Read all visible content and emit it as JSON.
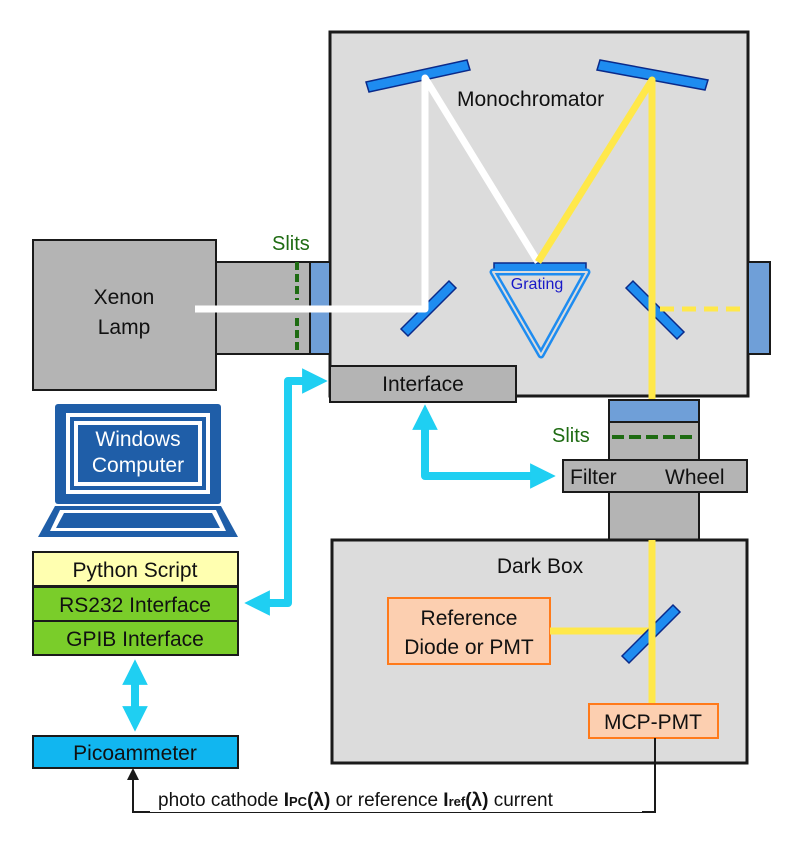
{
  "blocks": {
    "xenon_lamp": [
      "Xenon",
      "Lamp"
    ],
    "monochromator": "Monochromator",
    "grating": "Grating",
    "interface": "Interface",
    "slits_lamp": "Slits",
    "slits_filter": "Slits",
    "filter_wheel": [
      "Filter",
      "Wheel"
    ],
    "dark_box": "Dark Box",
    "reference_diode": [
      "Reference",
      "Diode or PMT"
    ],
    "mcp_pmt": "MCP-PMT",
    "computer": [
      "Windows",
      "Computer"
    ],
    "python_script": "Python Script",
    "rs232": "RS232 Interface",
    "gpib": "GPIB Interface",
    "picoammeter": "Picoammeter"
  },
  "caption": {
    "prefix": "photo cathode ",
    "ipc_main": "I",
    "ipc_sub": "PC",
    "ipc_arg": "(λ)",
    "middle": " or reference ",
    "iref_main": "I",
    "iref_sub": "ref",
    "iref_arg": "(λ)",
    "suffix": " current"
  },
  "colors": {
    "white_beam": "#ffffff",
    "yellow_beam": "#ffe84a",
    "cyan_arrow": "#1fcff2",
    "box_gray": "#dcdcdc",
    "lamp_gray": "#b4b4b4",
    "slit_green": "#1e6b12",
    "mirror_blue": "#1e8cf0",
    "port_blue": "#6f9fd8",
    "python_yellow": "#ffffb0",
    "gpib_green": "#7acd2a",
    "reference_orange": "#fccfb0",
    "picoammeter_cyan": "#11b6f0",
    "laptop_blue": "#1f5ea8"
  }
}
